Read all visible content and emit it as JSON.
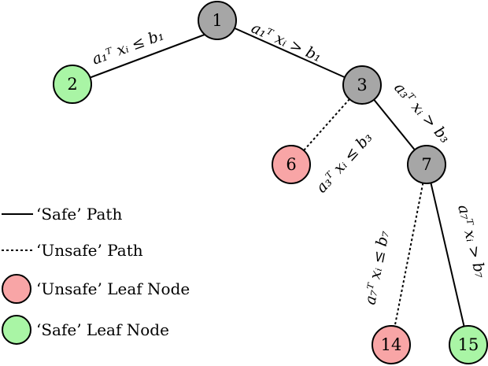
{
  "colors": {
    "internal_fill": "#a6a6a6",
    "unsafe_fill": "#f8a5a6",
    "safe_fill": "#a9f5a5",
    "stroke": "#000000"
  },
  "nodes": {
    "n1": {
      "label": "1",
      "kind": "internal"
    },
    "n2": {
      "label": "2",
      "kind": "safe"
    },
    "n3": {
      "label": "3",
      "kind": "internal"
    },
    "n6": {
      "label": "6",
      "kind": "unsafe"
    },
    "n7": {
      "label": "7",
      "kind": "internal"
    },
    "n14": {
      "label": "14",
      "kind": "unsafe"
    },
    "n15": {
      "label": "15",
      "kind": "safe"
    }
  },
  "edges": {
    "e1_2": {
      "style": "safe",
      "label": "a₁ᵀ xᵢ ≤ b₁"
    },
    "e1_3": {
      "style": "safe",
      "label": "a₁ᵀ xᵢ > b₁"
    },
    "e3_6": {
      "style": "unsafe",
      "label": "a₃ᵀ xᵢ ≤ b₃"
    },
    "e3_7": {
      "style": "safe",
      "label": "a₃ᵀ xᵢ > b₃"
    },
    "e7_14": {
      "style": "unsafe",
      "label": "a₇ᵀ xᵢ ≤ b₇"
    },
    "e7_15": {
      "style": "safe",
      "label": "a₇ᵀ xᵢ > b₇"
    }
  },
  "legend": {
    "safe_path": "‘Safe’ Path",
    "unsafe_path": "‘Unsafe’ Path",
    "unsafe_leaf": "‘Unsafe’ Leaf Node",
    "safe_leaf": "‘Safe’ Leaf Node"
  }
}
